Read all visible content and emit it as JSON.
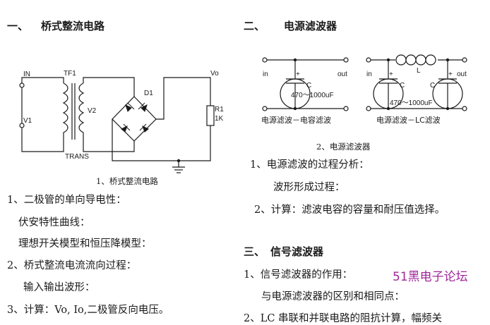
{
  "left": {
    "section1": {
      "num": "一、",
      "title": "桥式整流电路"
    },
    "circuit1": {
      "labels": {
        "in": "IN",
        "tf": "TF1",
        "vo": "Vo",
        "v1": "V1",
        "v2": "V2",
        "d1": "D1",
        "r1": "R1",
        "r1val": "1K",
        "trans": "TRANS"
      },
      "caption": "1、桥式整流电路"
    },
    "items": [
      "1、二极管的单向导电性：",
      "伏安特性曲线：",
      "理想开关模型和恒压降模型：",
      "2、桥式整流电流流向过程：",
      "输入输出波形：",
      "3、计算：Vo, Io,二极管反向电压。"
    ]
  },
  "right": {
    "section2": {
      "num": "二、",
      "title": "电源滤波器"
    },
    "circuit2": {
      "left": {
        "in": "in",
        "out": "out",
        "plus": "+",
        "c": "C",
        "cap": "470～1000uF",
        "label": "电源滤波－电容滤波"
      },
      "right": {
        "in": "in",
        "out": "out",
        "plus": "+",
        "c": "C",
        "l": "L",
        "cap": "470～1000uF",
        "label": "电源滤波－LC滤波"
      },
      "caption": "2、电源滤波器"
    },
    "items1": [
      "1、电源滤波的过程分析：",
      "波形形成过程：",
      "2、计算：滤波电容的容量和耐压值选择。"
    ],
    "section3": {
      "num": "三、",
      "title": "信号滤波器"
    },
    "items2": [
      "1、信号滤波器的作用：",
      "与电源滤波器的区别和相同点：",
      "2、LC 串联和并联电路的阻抗计算，幅频关"
    ],
    "watermark": "51黑电子论坛"
  }
}
